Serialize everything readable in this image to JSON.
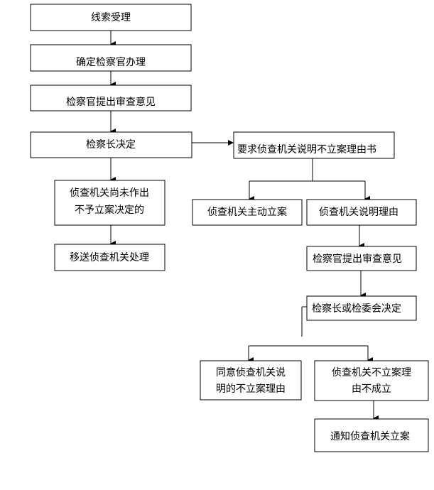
{
  "nodes": {
    "clue": {
      "lines": [
        "线索受理"
      ]
    },
    "assign": {
      "lines": [
        "确定检察官办理"
      ]
    },
    "review1": {
      "lines": [
        "检察官提出审查意见"
      ]
    },
    "chief": {
      "lines": [
        "检察长决定"
      ]
    },
    "not_decided": {
      "lines": [
        "侦查机关尚未作出",
        "不予立案决定的"
      ]
    },
    "transfer": {
      "lines": [
        "移送侦查机关处理"
      ]
    },
    "require": {
      "lines": [
        "要求侦查机关说明不立案理由书"
      ]
    },
    "initiative": {
      "lines": [
        "侦查机关主动立案"
      ]
    },
    "explain": {
      "lines": [
        "侦查机关说明理由"
      ]
    },
    "review2": {
      "lines": [
        "检察官提出审查意见"
      ]
    },
    "committee": {
      "lines": [
        "检察长或检委会决定"
      ]
    },
    "agree": {
      "lines": [
        "同意侦查机关说",
        "明的不立案理由"
      ]
    },
    "not_valid": {
      "lines": [
        "侦查机关不立案理",
        "由不成立"
      ]
    },
    "notify": {
      "lines": [
        "通知侦查机关立案"
      ]
    }
  }
}
